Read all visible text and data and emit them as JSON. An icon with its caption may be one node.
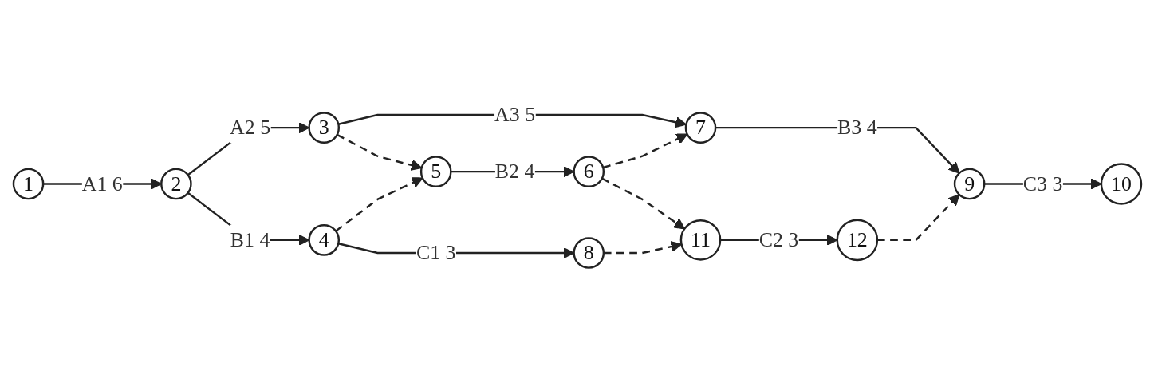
{
  "diagram": {
    "nodes": [
      {
        "text": [
          "1"
        ]
      },
      {
        "text": [
          "2"
        ]
      },
      {
        "text": [
          "3"
        ]
      },
      {
        "text": [
          "4"
        ]
      },
      {
        "text": [
          "5"
        ]
      },
      {
        "text": [
          "6"
        ]
      },
      {
        "text": [
          "7"
        ]
      },
      {
        "text": [
          "8"
        ]
      },
      {
        "text": [
          "11"
        ]
      },
      {
        "text": [
          "12"
        ]
      },
      {
        "text": [
          "9"
        ]
      },
      {
        "text": [
          "10"
        ]
      }
    ],
    "edges": [
      {
        "from": 0,
        "to": 1,
        "arrow": "to",
        "label": "A1 6"
      },
      {
        "from": 1,
        "to": 2,
        "arrow": "to",
        "label": "A2 5"
      },
      {
        "from": 2,
        "to": 6,
        "arrow": "to",
        "label": "A3 5"
      },
      {
        "from": 1,
        "to": 3,
        "arrow": "to",
        "label": "B1 4"
      },
      {
        "from": 2,
        "to": 4,
        "arrow": "to",
        "style": "dashed"
      },
      {
        "from": 3,
        "to": 4,
        "arrow": "to",
        "style": "dashed"
      },
      {
        "from": 4,
        "to": 5,
        "arrow": "to",
        "label": "B2 4"
      },
      {
        "from": 5,
        "to": 6,
        "arrow": "to",
        "style": "dashed"
      },
      {
        "from": 6,
        "to": 10,
        "arrow": "to",
        "label": "B3 4"
      },
      {
        "from": 3,
        "to": 7,
        "arrow": "to",
        "label": "C1 3"
      },
      {
        "from": 5,
        "to": 8,
        "arrow": "to",
        "style": "dashed"
      },
      {
        "from": 7,
        "to": 8,
        "arrow": "to",
        "style": "dashed"
      },
      {
        "from": 8,
        "to": 9,
        "arrow": "to",
        "label": "C2 3"
      },
      {
        "from": 9,
        "to": 10,
        "arrow": "to",
        "style": "dashed"
      },
      {
        "from": 10,
        "to": 11,
        "arrow": "to",
        "label": "C3 3"
      }
    ]
  }
}
